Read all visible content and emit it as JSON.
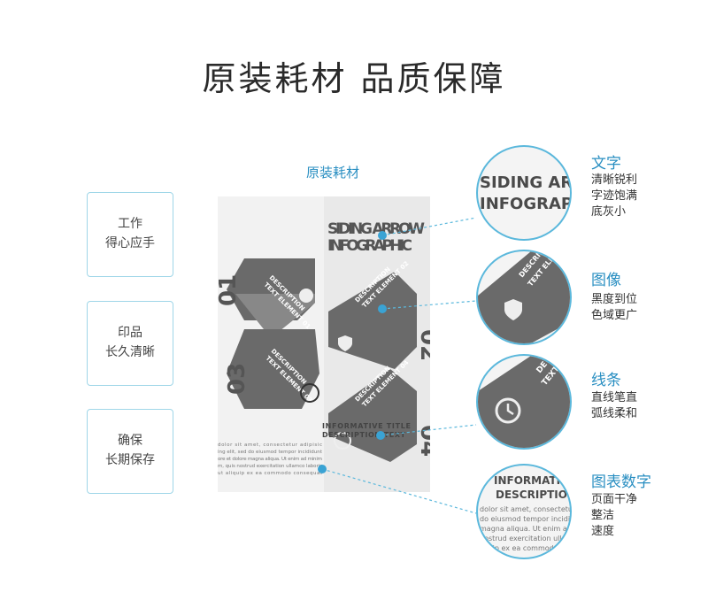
{
  "page": {
    "title": "原装耗材  品质保障"
  },
  "left_features": [
    {
      "line1": "工作",
      "line2": "得心应手"
    },
    {
      "line1": "印品",
      "line2": "长久清晰"
    },
    {
      "line1": "确保",
      "line2": "长期保存"
    }
  ],
  "center": {
    "label": "原装耗材",
    "poster": {
      "heading1": "SIDING ARROW",
      "heading2": "INFOGRAPHIC",
      "items": [
        {
          "num": "01",
          "t1": "DESCRIPTION",
          "t2": "TEXT ELEMENT 01"
        },
        {
          "num": "02",
          "t1": "DESCRIPTION",
          "t2": "TEXT ELEMENT 02"
        },
        {
          "num": "03",
          "t1": "DESCRIPTION",
          "t2": "TEXT ELEMENT 03"
        },
        {
          "num": "04",
          "t1": "DESCRIPTION",
          "t2": "TEXT ELEMENT 04"
        }
      ],
      "info_title1": "INFORMATIVE TITLE",
      "info_title2": "DESCRIPTION TEXT",
      "body_lines": [
        "dolor sit amet, consectetur adipisic",
        "ing elit, sed do eiusmod tempor incididunt",
        "ore et dolore magna aliqua. Ut enim ad minim",
        "m, quis nostrud exercitation ullamco laboris",
        "ut aliquip ex ea commodo consequat"
      ]
    }
  },
  "zoom_features": [
    {
      "title": "文字",
      "lines": [
        "清晰锐利",
        "字迹饱满",
        "底灰小"
      ]
    },
    {
      "title": "图像",
      "lines": [
        "黑度到位",
        "色域更广"
      ]
    },
    {
      "title": "线条",
      "lines": [
        "直线笔直",
        "弧线柔和"
      ]
    },
    {
      "title": "图表数字",
      "lines": [
        "页面干净",
        "整洁",
        "速度"
      ]
    }
  ],
  "zoom_circles": {
    "c1_line1": "SIDING ARROW",
    "c1_line2": "INFOGRAPHIC",
    "c2_t1": "DESCRIPTION",
    "c2_t2": "TEXT ELEMENT",
    "c3_t1": "DE",
    "c3_t2": "TEXT ELE",
    "c4_line1": "INFORMATIVE TI",
    "c4_line2": "DESCRIPTION TEX",
    "c4_body": [
      "dolor sit amet, consectetur adipi",
      "do eiusmod tempor incididunt",
      "magna aliqua. Ut enim ad min",
      "nostrud exercitation ullamco la",
      "liquip ex ea commodo consec"
    ]
  },
  "colors": {
    "accent": "#2a8fc2",
    "border": "#9fd6e8",
    "dark_gray": "#555555"
  }
}
